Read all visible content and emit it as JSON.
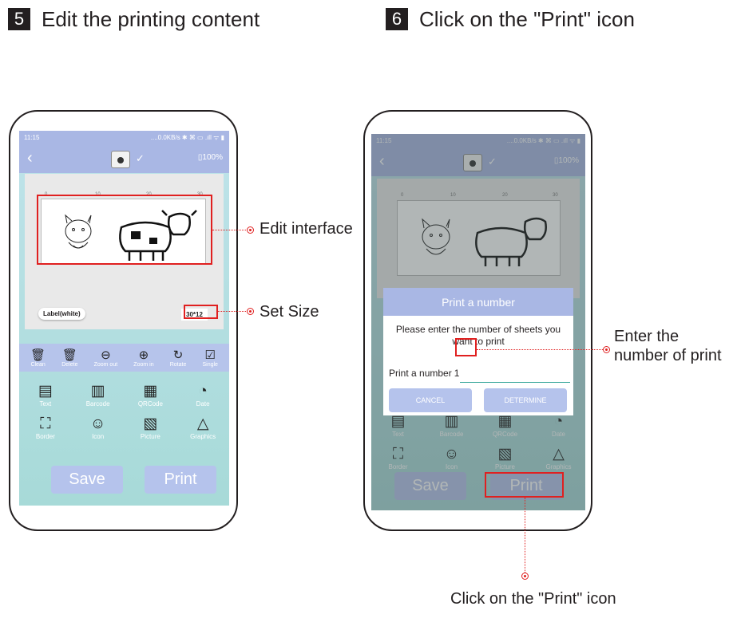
{
  "steps": [
    {
      "number": "5",
      "title": "Edit the printing content"
    },
    {
      "number": "6",
      "title": "Click on the \"Print\" icon"
    }
  ],
  "status_bar": {
    "time": "11:15",
    "indicators": "....0.0KB/s ✱ ⌘ ▭ .ıll ᯤ ▮"
  },
  "app_bar": {
    "back_icon": "chevron-left-icon",
    "device_icon": "printer-icon",
    "check": "✓",
    "zoom": "100%"
  },
  "editor": {
    "ruler_marks": [
      "0",
      "10",
      "20",
      "30"
    ],
    "label_type": "Label(white)",
    "label_size": "30*12"
  },
  "toolbar": [
    {
      "label": "Clean",
      "icon": "broom-icon"
    },
    {
      "label": "Delete",
      "icon": "trash-icon"
    },
    {
      "label": "Zoom out",
      "icon": "zoom-out-icon"
    },
    {
      "label": "Zoom in",
      "icon": "zoom-in-icon"
    },
    {
      "label": "Rotate",
      "icon": "rotate-icon"
    },
    {
      "label": "Single",
      "icon": "checkbox-icon"
    }
  ],
  "insert_grid": [
    {
      "label": "Text",
      "icon": "text-icon"
    },
    {
      "label": "Barcode",
      "icon": "barcode-icon"
    },
    {
      "label": "QRCode",
      "icon": "qrcode-icon"
    },
    {
      "label": "Date",
      "icon": "clock-icon"
    },
    {
      "label": "Border",
      "icon": "border-icon"
    },
    {
      "label": "Icon",
      "icon": "smile-icon"
    },
    {
      "label": "Picture",
      "icon": "picture-icon"
    },
    {
      "label": "Graphics",
      "icon": "shapes-icon"
    }
  ],
  "buttons": {
    "save": "Save",
    "print": "Print"
  },
  "dialog": {
    "title": "Print a number",
    "message": "Please enter the number of sheets you want to print",
    "field_label": "Print a number",
    "field_value": "1",
    "cancel": "CANCEL",
    "determine": "DETERMINE"
  },
  "callouts": {
    "edit_interface": "Edit interface",
    "set_size": "Set Size",
    "enter_number_line1": "Enter the",
    "enter_number_line2": "number of print",
    "click_print": "Click on the \"Print\" icon"
  },
  "colors": {
    "accent": "#a9b7e4",
    "background": "#a7dad8",
    "highlight": "#e02020"
  }
}
